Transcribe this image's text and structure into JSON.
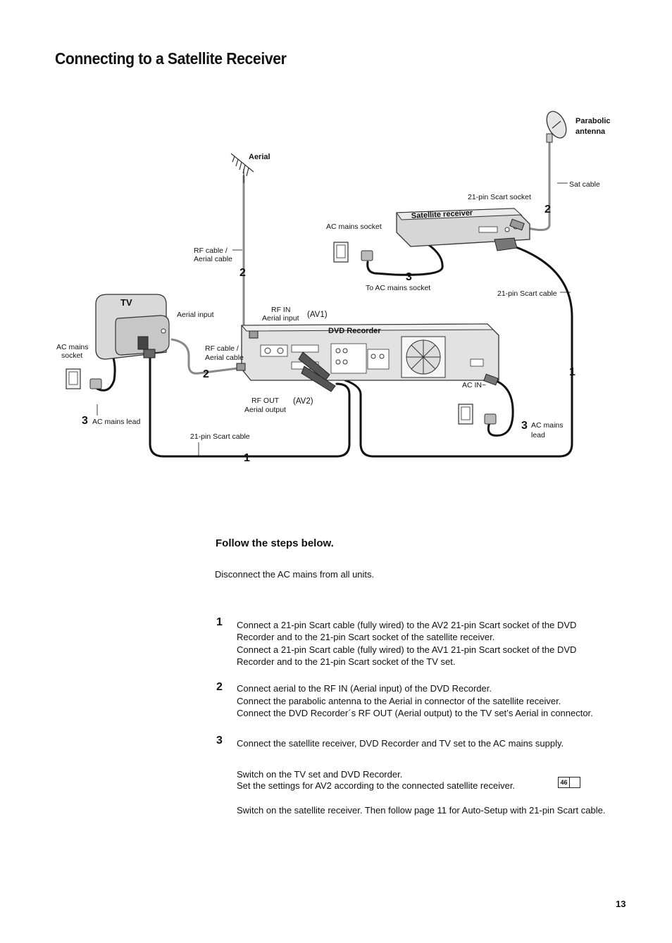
{
  "page": {
    "title": "Connecting to a Satellite Receiver",
    "page_number": "13"
  },
  "diagram": {
    "labels": {
      "parabolic_antenna_1": "Parabolic",
      "parabolic_antenna_2": "antenna",
      "sat_cable": "Sat cable",
      "aerial": "Aerial",
      "scart_socket": "21-pin Scart socket",
      "satellite_receiver": "Satellite receiver",
      "ac_mains_socket": "AC mains socket",
      "to_ac_mains_socket": "To AC mains socket",
      "rf_cable_top_1": "RF cable /",
      "rf_cable_top_2": "Aerial cable",
      "scart_cable_right": "21-pin Scart cable",
      "tv": "TV",
      "aerial_input": "Aerial input",
      "rf_in_1": "RF IN",
      "rf_in_2": "Aerial input",
      "av1": "(AV1)",
      "dvd_recorder": "DVD Recorder",
      "ac_mains_socket_left_1": "AC mains",
      "ac_mains_socket_left_2": "socket",
      "rf_cable_mid_1": "RF cable /",
      "rf_cable_mid_2": "Aerial cable",
      "ac_in": "AC IN~",
      "rf_out_1": "RF OUT",
      "rf_out_2": "Aerial output",
      "av2": "(AV2)",
      "ac_mains_lead": "AC mains lead",
      "ac_mains_lead_right_1": "AC mains",
      "ac_mains_lead_right_2": "lead",
      "scart_cable_bottom": "21-pin Scart cable"
    },
    "callouts": {
      "n1_bottom": "1",
      "n1_right": "1",
      "n2_left": "2",
      "n2_top": "2",
      "n2_sat": "2",
      "n3_mid": "3",
      "n3_left": "3",
      "n3_right": "3"
    }
  },
  "instructions": {
    "heading": "Follow the steps below.",
    "intro": "Disconnect the AC mains from all units.",
    "steps": [
      {
        "number": "1",
        "lines": [
          "Connect a 21-pin Scart cable (fully wired) to the AV2 21-pin Scart socket of the DVD Recorder and to the 21-pin Scart socket of the satellite receiver.",
          "Connect a 21-pin Scart cable (fully wired) to the AV1 21-pin Scart socket of the DVD Recorder and to the 21-pin Scart socket of the TV set."
        ]
      },
      {
        "number": "2",
        "lines": [
          "Connect aerial to the RF IN (Aerial input) of the DVD Recorder.",
          "Connect the parabolic antenna to the Aerial in connector of the satellite receiver.",
          "Connect the DVD Recorder´s RF OUT (Aerial output) to the TV set’s Aerial in connector."
        ]
      },
      {
        "number": "3",
        "lines": [
          "Connect the satellite receiver, DVD Recorder and TV set to the AC mains supply."
        ]
      }
    ],
    "after_1a": "Switch on the TV set and DVD Recorder.",
    "after_1b": "Set the settings for AV2 according to the connected satellite receiver.",
    "page_ref": "46",
    "after_2": "Switch on the satellite receiver. Then follow page 11 for Auto-Setup with 21-pin Scart cable."
  }
}
